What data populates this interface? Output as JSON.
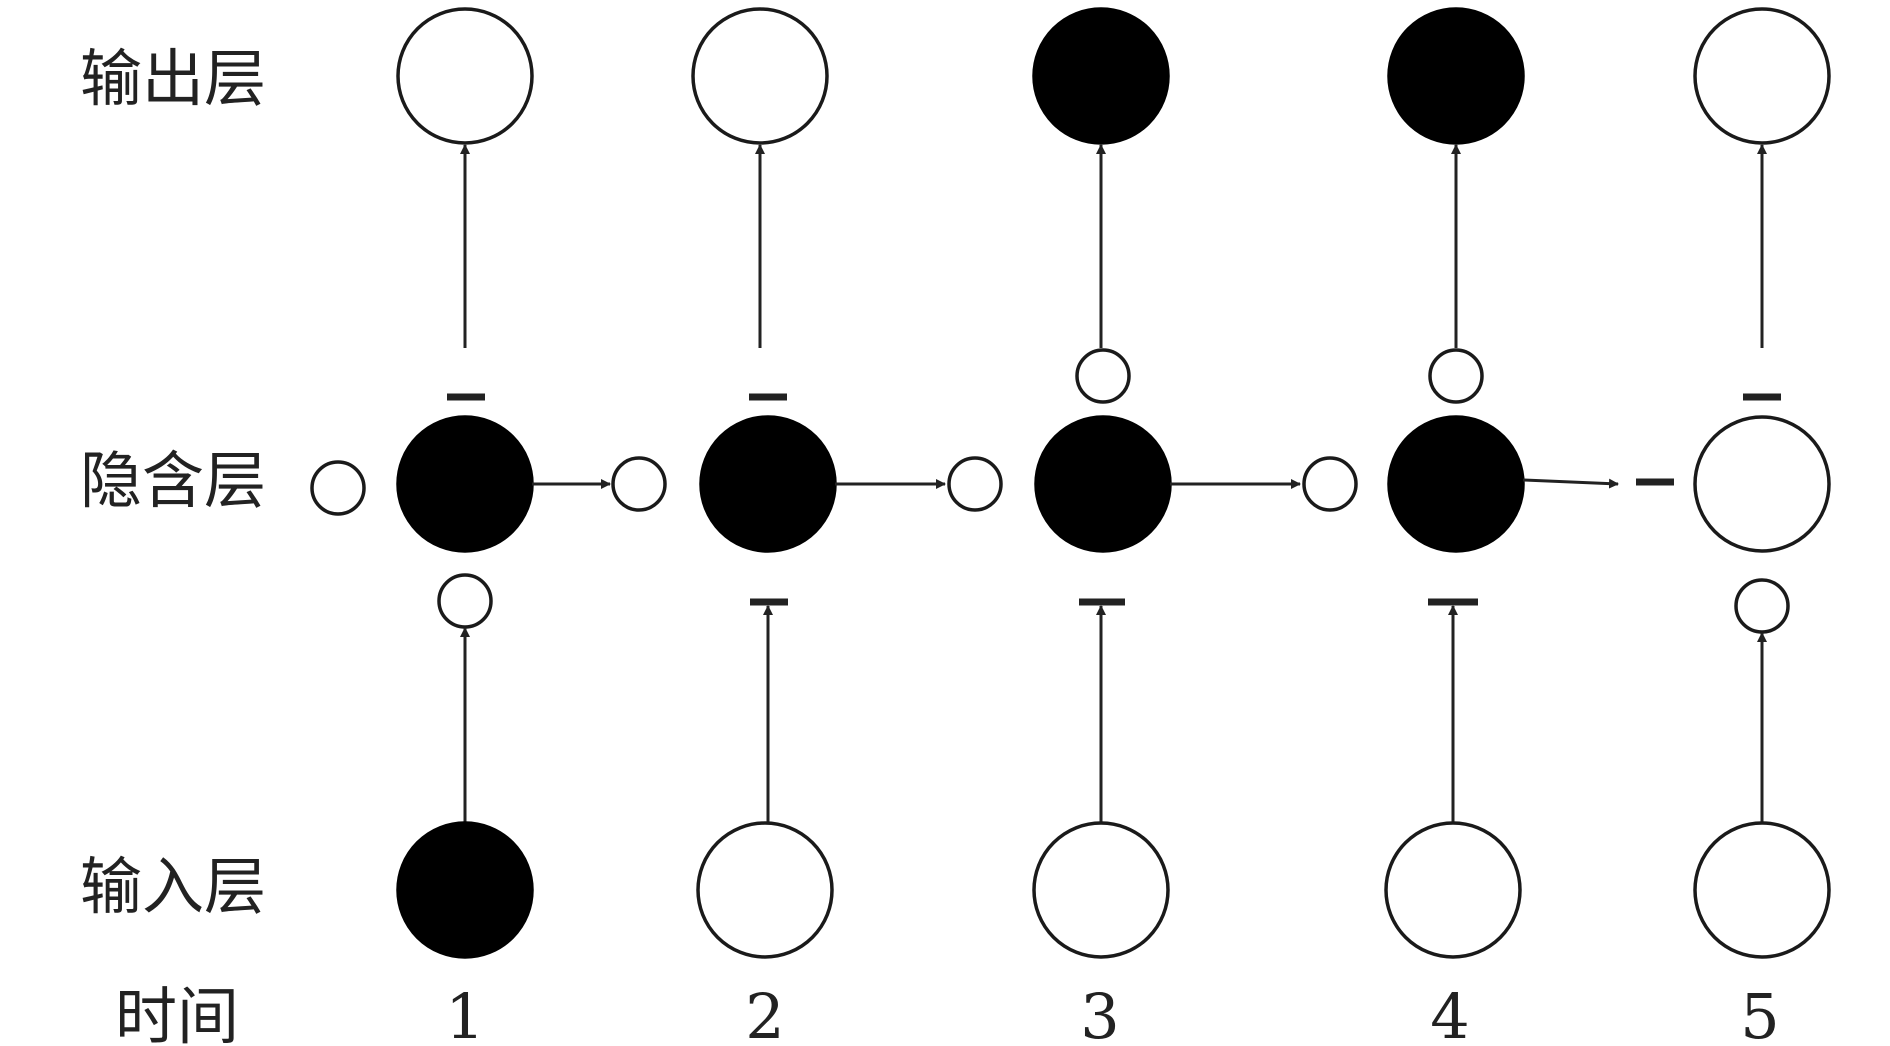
{
  "rows": {
    "output_label": "输出层",
    "hidden_label": "隐含层",
    "input_label": "输入层",
    "time_label": "时间"
  },
  "time_steps": [
    "1",
    "2",
    "3",
    "4",
    "5"
  ],
  "colors": {
    "node_filled": "#000000",
    "node_open": "#ffffff",
    "stroke": "#1a1a1a"
  },
  "nodes": {
    "output": [
      "open",
      "open",
      "filled",
      "filled",
      "open"
    ],
    "hidden": [
      "filled",
      "filled",
      "filled",
      "filled",
      "open"
    ],
    "input": [
      "filled",
      "open",
      "open",
      "open",
      "open"
    ]
  },
  "gates": {
    "initial_hidden": "open",
    "output": [
      "closed",
      "closed",
      "open",
      "open",
      "closed"
    ],
    "input": [
      "open",
      "closed",
      "closed",
      "closed",
      "open"
    ],
    "forget": [
      "open",
      "open",
      "open",
      "closed"
    ]
  }
}
